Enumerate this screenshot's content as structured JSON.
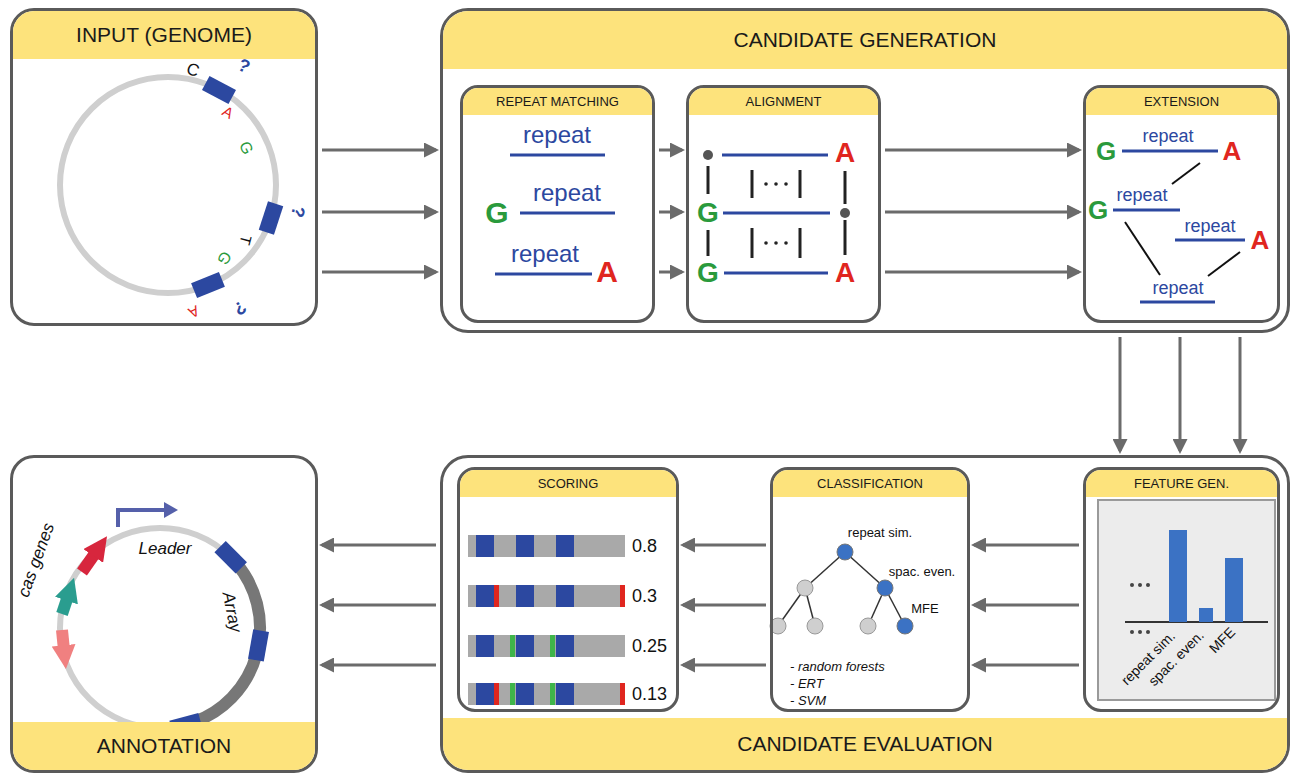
{
  "diagram": {
    "nodes": [
      {
        "text": [
          "INPUT (GENOME)"
        ]
      },
      {
        "text": [
          "CANDIDATE GENERATION"
        ]
      },
      {
        "text": [
          "REPEAT MATCHING"
        ],
        "in": 1
      },
      {
        "text": [
          "ALIGNMENT"
        ],
        "in": 1
      },
      {
        "text": [
          "EXTENSION"
        ],
        "in": 1
      },
      {
        "text": [
          "CANDIDATE EVALUATION"
        ]
      },
      {
        "text": [
          "FEATURE GEN."
        ],
        "in": 5
      },
      {
        "text": [
          "CLASSIFICATION"
        ],
        "in": 5
      },
      {
        "text": [
          "SCORING"
        ],
        "in": 5
      },
      {
        "text": [
          "ANNOTATION"
        ]
      }
    ],
    "edges": [
      {
        "from": 0,
        "to": 1,
        "arrow": "to"
      },
      {
        "from": 0,
        "to": 1,
        "arrow": "to"
      },
      {
        "from": 0,
        "to": 1,
        "arrow": "to"
      },
      {
        "from": 2,
        "to": 3,
        "arrow": "to"
      },
      {
        "from": 2,
        "to": 3,
        "arrow": "to"
      },
      {
        "from": 2,
        "to": 3,
        "arrow": "to"
      },
      {
        "from": 3,
        "to": 4,
        "arrow": "to"
      },
      {
        "from": 3,
        "to": 4,
        "arrow": "to"
      },
      {
        "from": 3,
        "to": 4,
        "arrow": "to"
      },
      {
        "from": 1,
        "to": 5,
        "arrow": "to"
      },
      {
        "from": 1,
        "to": 5,
        "arrow": "to"
      },
      {
        "from": 1,
        "to": 5,
        "arrow": "to"
      },
      {
        "from": 6,
        "to": 7,
        "arrow": "to"
      },
      {
        "from": 6,
        "to": 7,
        "arrow": "to"
      },
      {
        "from": 6,
        "to": 7,
        "arrow": "to"
      },
      {
        "from": 7,
        "to": 8,
        "arrow": "to"
      },
      {
        "from": 7,
        "to": 8,
        "arrow": "to"
      },
      {
        "from": 7,
        "to": 8,
        "arrow": "to"
      },
      {
        "from": 5,
        "to": 9,
        "arrow": "to"
      },
      {
        "from": 5,
        "to": 9,
        "arrow": "to"
      },
      {
        "from": 5,
        "to": 9,
        "arrow": "to"
      }
    ],
    "labels": [
      "C",
      "?",
      "A",
      "G",
      "?",
      "T",
      "G",
      "?",
      "A",
      "repeat",
      "G",
      "repeat",
      "repeat",
      "A",
      "A",
      "G",
      "G",
      "A",
      "G",
      "repeat",
      "A",
      "G",
      "repeat",
      "repeat",
      "A",
      "repeat",
      "repeat sim.",
      "spac. even.",
      "MFE",
      "repeat sim.",
      "spac. even.",
      "MFE",
      "- random forests",
      "- ERT",
      "- SVM",
      "0.8",
      "0.3",
      "0.25",
      "0.13",
      "cas genes",
      "Leader",
      "Array"
    ]
  }
}
